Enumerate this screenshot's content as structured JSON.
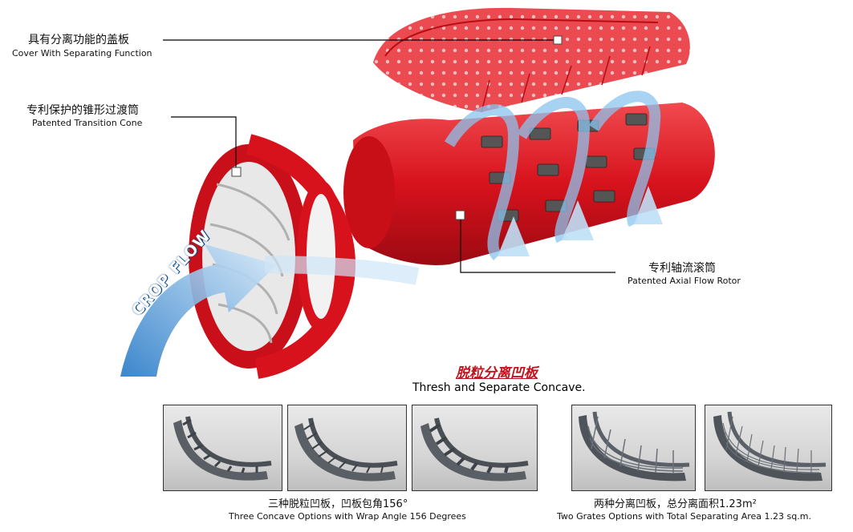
{
  "labels": {
    "cover": {
      "cn": "具有分离功能的盖板",
      "en": "Cover With Separating Function"
    },
    "cone": {
      "cn": "专利保护的锥形过渡筒",
      "en": "Patented Transition Cone"
    },
    "rotor": {
      "cn": "专利轴流滚筒",
      "en": "Patented Axial Flow Rotor"
    }
  },
  "crop_flow": "CROP FLOW",
  "concave": {
    "title_cn": "脱粒分离凹板",
    "title_en": "Thresh and Separate Concave."
  },
  "captions": {
    "left": {
      "cn": "三种脱粒凹板，凹板包角156°",
      "en": "Three Concave Options with Wrap Angle 156 Degrees"
    },
    "right": {
      "cn": "两种分离凹板，总分离面积1.23m²",
      "en": "Two Grates Options with Total Separating Area 1.23 sq.m."
    }
  },
  "colors": {
    "red": "#d7121c",
    "title_red": "#c0141e",
    "flow_blue": "#3c8fd6"
  }
}
